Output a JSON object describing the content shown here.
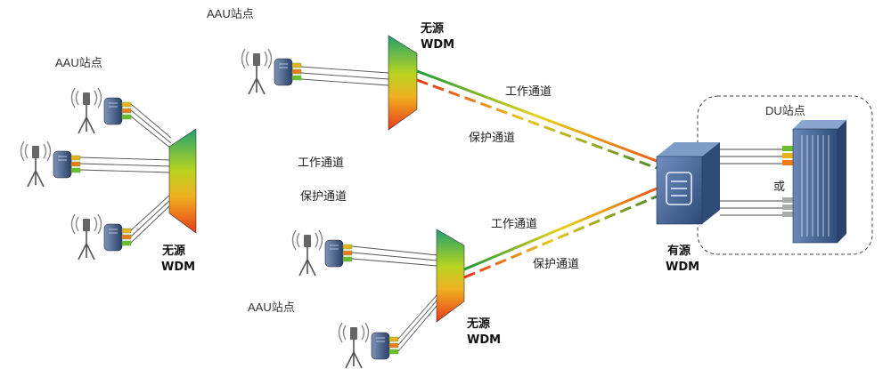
{
  "sites": {
    "aau_left": "AAU站点",
    "aau_top": "AAU站点",
    "aau_bottom": "AAU站点",
    "du": "DU站点"
  },
  "wdm": {
    "passive_cn": "无源",
    "active_cn": "有源",
    "name": "WDM"
  },
  "channels": {
    "work": "工作通道",
    "protect": "保护通道"
  },
  "or_label": "或",
  "colors": {
    "work_start": "#1a9a3a",
    "work_end": "#e85a1a",
    "protect_start": "#e8321a",
    "protect_end": "#4a8a2a",
    "wdm_active": "#3d5f8f",
    "du_rack": "#4a6a96",
    "border_dash": "#444444"
  },
  "icons": [
    "antenna-icon",
    "aau-unit-icon",
    "passive-wdm-icon",
    "active-wdm-icon",
    "du-rack-icon",
    "sfp-module-icon"
  ]
}
